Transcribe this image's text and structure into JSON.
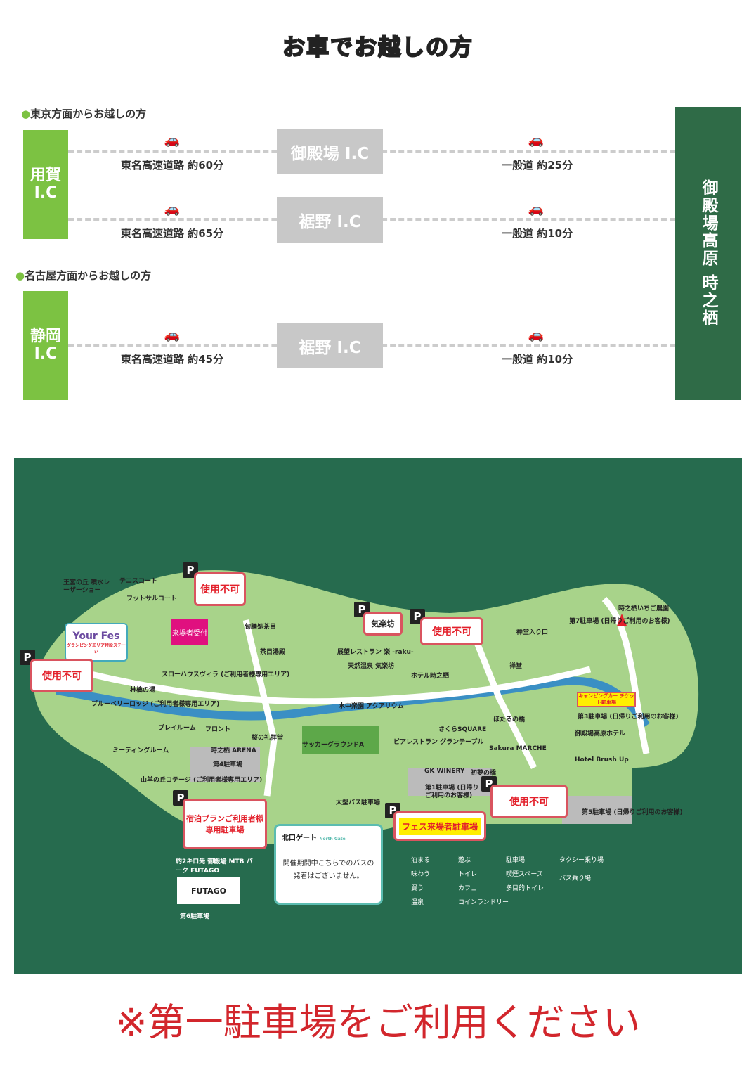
{
  "title": "お車でお越しの方",
  "routes": {
    "tokyo_heading": "東京方面からお越しの方",
    "nagoya_heading": "名古屋方面からお越しの方",
    "origins": [
      {
        "label": "用賀 I.C"
      },
      {
        "label": "静岡 I.C"
      }
    ],
    "rows": [
      {
        "ic": "御殿場 I.C",
        "highway": "東名高速道路 約60分",
        "local": "一般道 約25分"
      },
      {
        "ic": "裾野 I.C",
        "highway": "東名高速道路 約65分",
        "local": "一般道 約10分"
      },
      {
        "ic": "裾野 I.C",
        "highway": "東名高速道路 約45分",
        "local": "一般道 約10分"
      }
    ],
    "destination": "御殿場高原 時之栖",
    "colors": {
      "origin": "#7cc242",
      "ic": "#c8c8c8",
      "destination": "#2f6b47"
    }
  },
  "map": {
    "unavailable": "使用不可",
    "reception": "来場者受付",
    "fes_parking": "フェス来場者駐車場",
    "stay_parking": "宿泊プランご利用者様専用駐車場",
    "kirakubo": "気楽坊",
    "your_fes": "Your Fes",
    "your_fes_sub": "グランピングエリア特設ステージ",
    "camping_car": "キャンピングカー チケット駐車場",
    "north_gate": "北口ゲート",
    "north_gate_en": "North Gate",
    "north_gate_note": "開催期間中こちらでのバスの発着はございません。",
    "futago": "約2キロ先 御殿場 MTB パーク FUTAGO",
    "futago_logo": "FUTAGO",
    "places": [
      "王宮の丘 噴水レーザーショー",
      "テニスコート",
      "フットサルコート",
      "旬膳処茶目",
      "茶目湯殿",
      "スローハウスヴィラ (ご利用者様専用エリア)",
      "林檎の湯",
      "ブルーベリーロッジ (ご利用者様専用エリア)",
      "プレイルーム",
      "フロント",
      "ミーティングルーム",
      "時之栖 ARENA",
      "第4駐車場",
      "山羊の丘コテージ (ご利用者様専用エリア)",
      "桜の礼拝堂",
      "サッカーグラウンドA",
      "水中楽園 アクアリウム",
      "展望レストラン 楽 -raku-",
      "天然温泉 気楽坊",
      "ホテル時之栖",
      "禅堂",
      "禅堂入り口",
      "第7駐車場 (日帰りご利用のお客様)",
      "時之栖いちご農園",
      "第3駐車場 (日帰りご利用のお客様)",
      "御殿場高原ホテル",
      "Hotel Brush Up",
      "第1駐車場 (日帰りご利用のお客様)",
      "大型バス駐車場",
      "第5駐車場 (日帰りご利用のお客様)",
      "第6駐車場",
      "GK WINERY",
      "初夢の橋",
      "ビアレストラン グランテーブル",
      "さくらSQUARE",
      "Sakura MARCHE",
      "ほたるの橋"
    ],
    "legend": [
      "泊まる",
      "遊ぶ",
      "駐車場",
      "タクシー乗り場",
      "味わう",
      "トイレ",
      "喫煙スペース",
      "バス乗り場",
      "買う",
      "カフェ",
      "多目的トイレ",
      "温泉",
      "コインランドリー"
    ]
  },
  "notice": "※第一駐車場をご利用ください"
}
